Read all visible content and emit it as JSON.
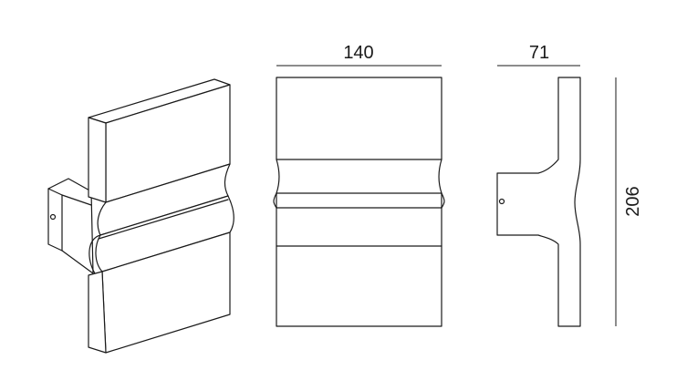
{
  "dimensions": {
    "width": "140",
    "depth": "71",
    "height": "206"
  },
  "colors": {
    "line": "#1a1a1a",
    "background": "#ffffff"
  }
}
